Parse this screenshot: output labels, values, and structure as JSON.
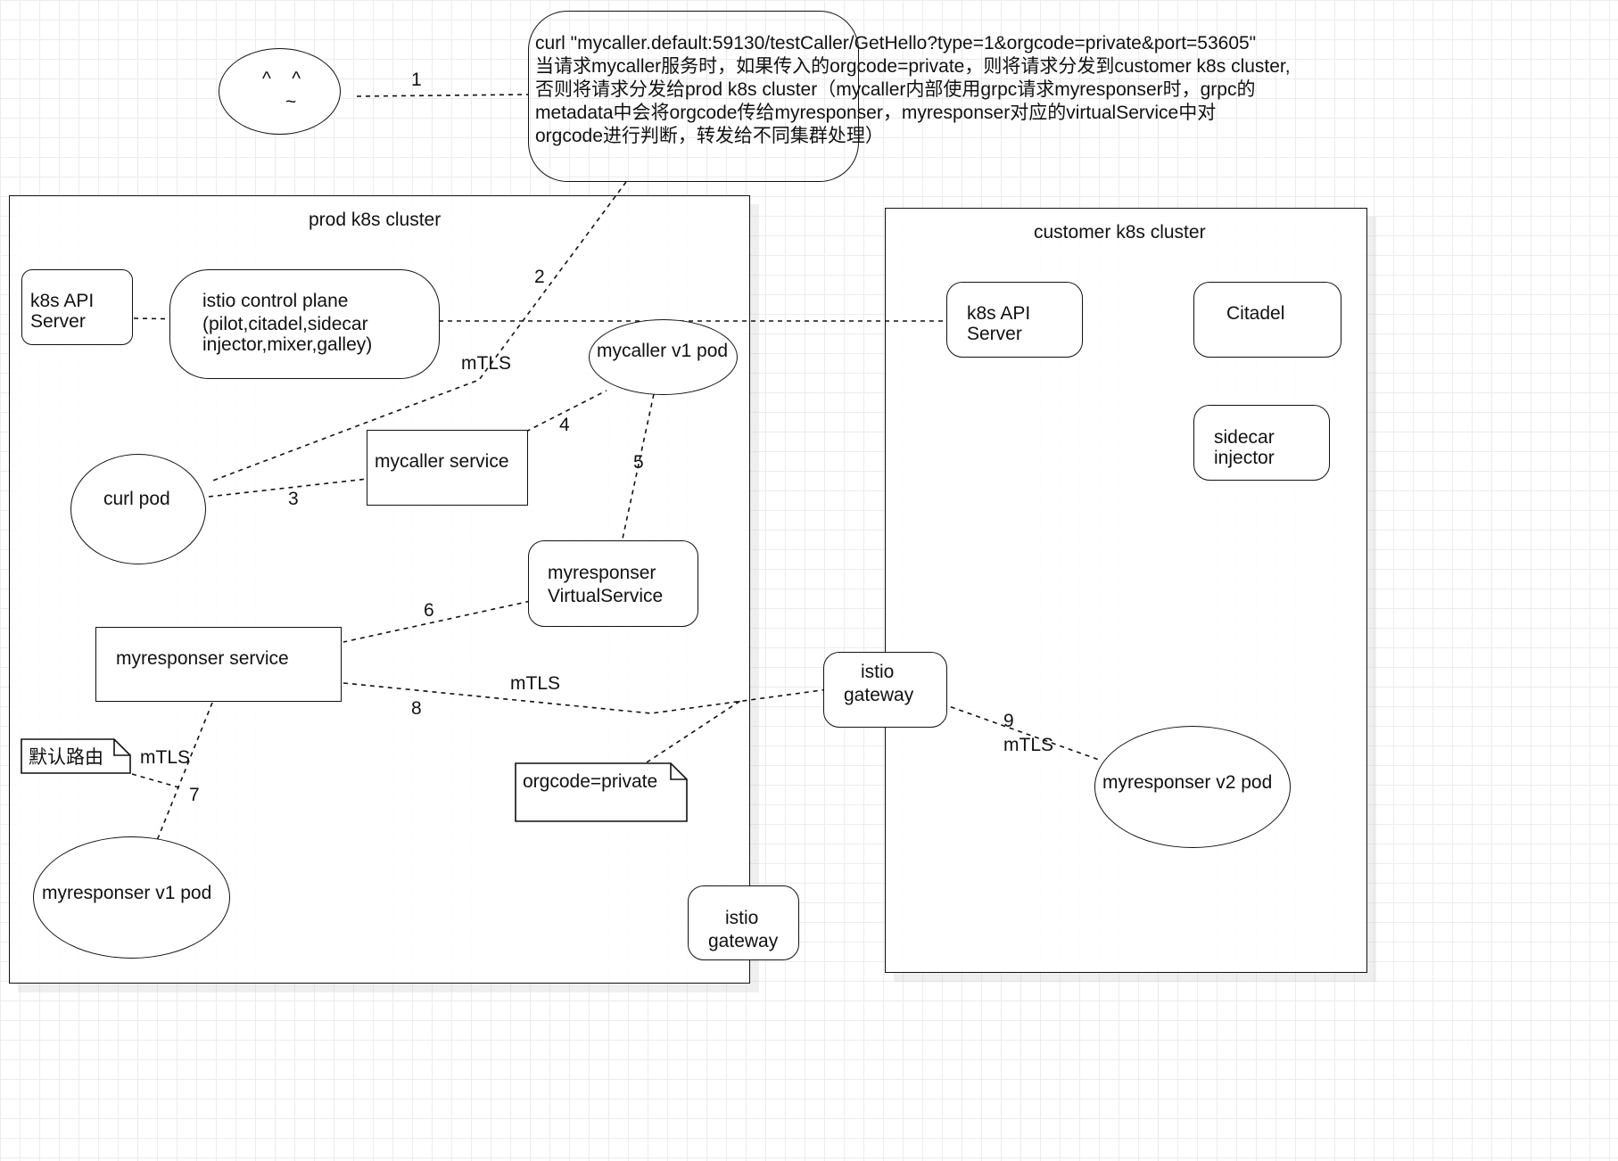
{
  "user": {
    "face_eyes": "^    ^",
    "face_mouth": "~"
  },
  "request_box": {
    "lines": [
      "curl \"mycaller.default:59130/testCaller/GetHello?type=1&orgcode=private&port=53605\"",
      "当请求mycaller服务时，如果传入的orgcode=private，则将请求分发到customer k8s cluster,",
      "否则将请求分发给prod k8s cluster（mycaller内部使用grpc请求myresponser时，grpc的",
      "metadata中会将orgcode传给myresponser，myresponser对应的virtualService中对",
      "orgcode进行判断，转发给不同集群处理）"
    ]
  },
  "prod_cluster": {
    "title": "prod k8s cluster",
    "k8s_api_server": [
      "k8s API",
      "Server"
    ],
    "istio_control_plane": [
      "istio control plane",
      "(pilot,citadel,sidecar",
      "injector,mixer,galley)"
    ],
    "mycaller_v1_pod": "mycaller v1 pod",
    "curl_pod": "curl pod",
    "mycaller_service": "mycaller service",
    "myresponser_virtualservice": [
      "myresponser",
      "VirtualService"
    ],
    "myresponser_service": "myresponser service",
    "default_route_note": "默认路由",
    "orgcode_note": "orgcode=private",
    "myresponser_v1_pod": "myresponser v1 pod",
    "istio_gateway": [
      "istio",
      "gateway"
    ]
  },
  "customer_cluster": {
    "title": "customer k8s cluster",
    "k8s_api_server": [
      "k8s API",
      "Server"
    ],
    "citadel": "Citadel",
    "sidecar_injector": [
      "sidecar",
      "injector"
    ],
    "istio_gateway": [
      "istio",
      "gateway"
    ],
    "myresponser_v2_pod": "myresponser v2 pod"
  },
  "edge_labels": {
    "step1": "1",
    "step2": "2",
    "step3": "3",
    "step4": "4",
    "step5": "5",
    "step6": "6",
    "step7": "7",
    "step8": "8",
    "step9": "9",
    "mtls_curl": "mTLS",
    "mtls_gateway": "mTLS",
    "mtls_default": "mTLS",
    "mtls_v2": "mTLS"
  }
}
